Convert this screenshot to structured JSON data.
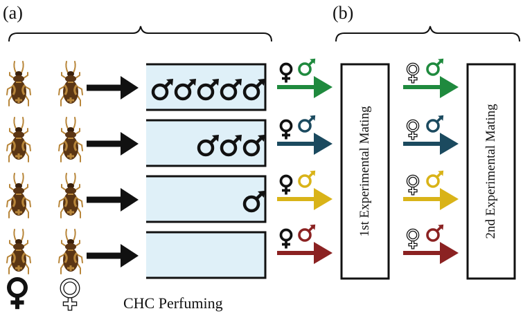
{
  "panels": {
    "a": {
      "label": "(a)"
    },
    "b": {
      "label": "(b)"
    }
  },
  "perfuming": {
    "caption": "CHC Perfuming",
    "legend": [
      {
        "symbol": "female-filled",
        "meaning": "black female"
      },
      {
        "symbol": "female-outline",
        "meaning": "white female"
      }
    ],
    "rows": [
      {
        "male_count": 5
      },
      {
        "male_count": 3
      },
      {
        "male_count": 1
      },
      {
        "male_count": 0
      }
    ]
  },
  "mating": {
    "first_box_label": "1st Experimental Mating",
    "second_box_label": "2nd Experimental Mating",
    "treatments": [
      {
        "color": "#1f8a3e"
      },
      {
        "color": "#1b4a5f"
      },
      {
        "color": "#d9b318"
      },
      {
        "color": "#8b2222"
      }
    ]
  },
  "colors": {
    "tube_fill": "#dff0f8",
    "beetle_dark": "#5a3514",
    "beetle_light": "#b8863a",
    "ink": "#111111"
  }
}
